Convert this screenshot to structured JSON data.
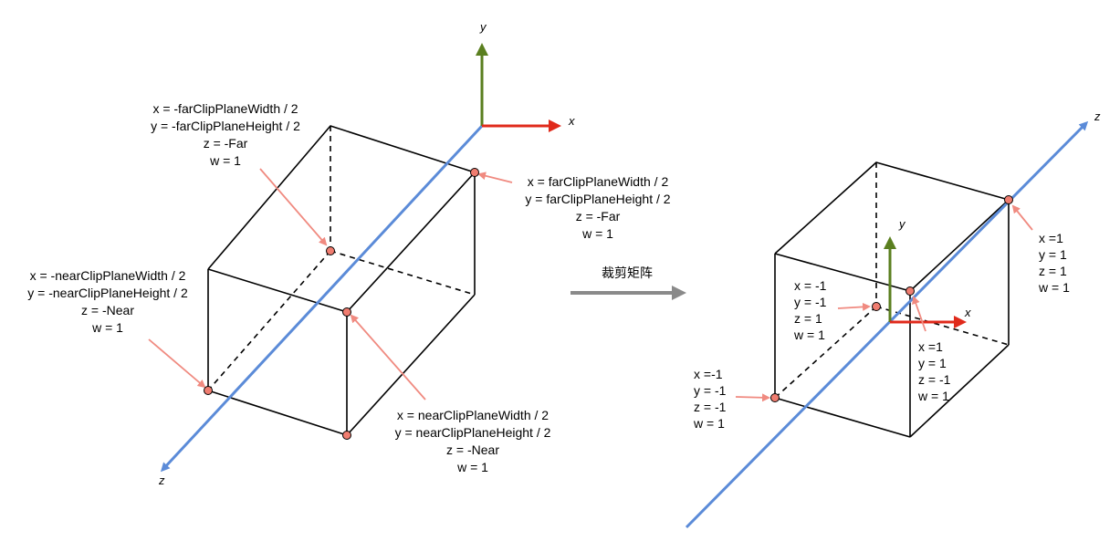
{
  "colors": {
    "y_axis": "#5a7f1f",
    "x_axis": "#e02a1b",
    "z_axis": "#5b8bd8",
    "pointer": "#f08a80",
    "vertex_fill": "#f07d70",
    "edge": "#000000",
    "transform_arrow": "#8a8a8a"
  },
  "left": {
    "axes": {
      "x": "x",
      "y": "y",
      "z": "z"
    },
    "far_bottom_left": {
      "x": "x = -farClipPlaneWidth / 2",
      "y": "y = -farClipPlaneHeight / 2",
      "z": "z = -Far",
      "w": "w = 1"
    },
    "far_top_right": {
      "x": "x = farClipPlaneWidth / 2",
      "y": "y = farClipPlaneHeight / 2",
      "z": "z = -Far",
      "w": "w = 1"
    },
    "near_bottom_left": {
      "x": "x = -nearClipPlaneWidth / 2",
      "y": "y = -nearClipPlaneHeight / 2",
      "z": "z = -Near",
      "w": "w = 1"
    },
    "near_top_right": {
      "x": "x = nearClipPlaneWidth / 2",
      "y": "y = nearClipPlaneHeight / 2",
      "z": "z = -Near",
      "w": "w = 1"
    }
  },
  "transform": {
    "label": "裁剪矩阵"
  },
  "right": {
    "axes": {
      "x": "x",
      "y": "y",
      "z": "z"
    },
    "corner_top_right": {
      "x": "x =1",
      "y": "y = 1",
      "z": "z = 1",
      "w": "w = 1"
    },
    "inner_left": {
      "x": "x = -1",
      "y": "y = -1",
      "z": "z = 1",
      "w": "w = 1"
    },
    "inner_right": {
      "x": "x =1",
      "y": "y = 1",
      "z": "z = -1",
      "w": "w = 1"
    },
    "corner_bottom_left": {
      "x": "x =-1",
      "y": "y = -1",
      "z": "z = -1",
      "w": "w = 1"
    }
  }
}
